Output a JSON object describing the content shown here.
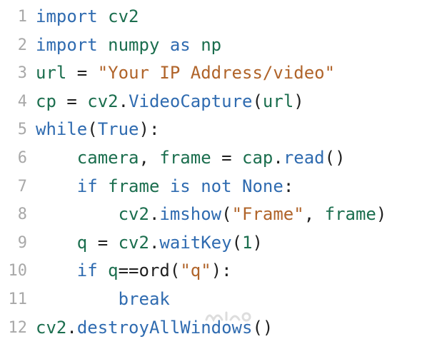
{
  "watermark_glyph": "mostaql-logo",
  "lines": [
    {
      "number": "1",
      "tokens": [
        {
          "t": "import",
          "c": "kw"
        },
        {
          "t": " ",
          "c": "p"
        },
        {
          "t": "cv2",
          "c": "id"
        }
      ]
    },
    {
      "number": "2",
      "tokens": [
        {
          "t": "import",
          "c": "kw"
        },
        {
          "t": " ",
          "c": "p"
        },
        {
          "t": "numpy",
          "c": "id"
        },
        {
          "t": " ",
          "c": "p"
        },
        {
          "t": "as",
          "c": "kw"
        },
        {
          "t": " ",
          "c": "p"
        },
        {
          "t": "np",
          "c": "id"
        }
      ]
    },
    {
      "number": "3",
      "tokens": [
        {
          "t": "url",
          "c": "id"
        },
        {
          "t": " = ",
          "c": "p"
        },
        {
          "t": "\"Your IP Address/video\"",
          "c": "str"
        }
      ]
    },
    {
      "number": "4",
      "tokens": [
        {
          "t": "cp",
          "c": "id"
        },
        {
          "t": " = ",
          "c": "p"
        },
        {
          "t": "cv2",
          "c": "id"
        },
        {
          "t": ".",
          "c": "p"
        },
        {
          "t": "VideoCapture",
          "c": "fn"
        },
        {
          "t": "(",
          "c": "p"
        },
        {
          "t": "url",
          "c": "id"
        },
        {
          "t": ")",
          "c": "p"
        }
      ]
    },
    {
      "number": "5",
      "tokens": [
        {
          "t": "while",
          "c": "kw"
        },
        {
          "t": "(",
          "c": "p"
        },
        {
          "t": "True",
          "c": "const"
        },
        {
          "t": "):",
          "c": "p"
        }
      ]
    },
    {
      "number": "6",
      "tokens": [
        {
          "t": "    ",
          "c": "p"
        },
        {
          "t": "camera",
          "c": "id"
        },
        {
          "t": ", ",
          "c": "p"
        },
        {
          "t": "frame",
          "c": "id"
        },
        {
          "t": " = ",
          "c": "p"
        },
        {
          "t": "cap",
          "c": "id"
        },
        {
          "t": ".",
          "c": "p"
        },
        {
          "t": "read",
          "c": "fn"
        },
        {
          "t": "()",
          "c": "p"
        }
      ]
    },
    {
      "number": "7",
      "tokens": [
        {
          "t": "    ",
          "c": "p"
        },
        {
          "t": "if",
          "c": "kw"
        },
        {
          "t": " ",
          "c": "p"
        },
        {
          "t": "frame",
          "c": "id"
        },
        {
          "t": " ",
          "c": "p"
        },
        {
          "t": "is",
          "c": "kw"
        },
        {
          "t": " ",
          "c": "p"
        },
        {
          "t": "not",
          "c": "kw"
        },
        {
          "t": " ",
          "c": "p"
        },
        {
          "t": "None",
          "c": "const"
        },
        {
          "t": ":",
          "c": "p"
        }
      ]
    },
    {
      "number": "8",
      "tokens": [
        {
          "t": "        ",
          "c": "p"
        },
        {
          "t": "cv2",
          "c": "id"
        },
        {
          "t": ".",
          "c": "p"
        },
        {
          "t": "imshow",
          "c": "fn"
        },
        {
          "t": "(",
          "c": "p"
        },
        {
          "t": "\"Frame\"",
          "c": "str"
        },
        {
          "t": ", ",
          "c": "p"
        },
        {
          "t": "frame",
          "c": "id"
        },
        {
          "t": ")",
          "c": "p"
        }
      ]
    },
    {
      "number": "9",
      "tokens": [
        {
          "t": "    ",
          "c": "p"
        },
        {
          "t": "q",
          "c": "id"
        },
        {
          "t": " = ",
          "c": "p"
        },
        {
          "t": "cv2",
          "c": "id"
        },
        {
          "t": ".",
          "c": "p"
        },
        {
          "t": "waitKey",
          "c": "fn"
        },
        {
          "t": "(",
          "c": "p"
        },
        {
          "t": "1",
          "c": "num"
        },
        {
          "t": ")",
          "c": "p"
        }
      ]
    },
    {
      "number": "10",
      "tokens": [
        {
          "t": "    ",
          "c": "p"
        },
        {
          "t": "if",
          "c": "kw"
        },
        {
          "t": " ",
          "c": "p"
        },
        {
          "t": "q",
          "c": "id"
        },
        {
          "t": "==",
          "c": "p"
        },
        {
          "t": "ord",
          "c": "p"
        },
        {
          "t": "(",
          "c": "p"
        },
        {
          "t": "\"q\"",
          "c": "str"
        },
        {
          "t": "):",
          "c": "p"
        }
      ]
    },
    {
      "number": "11",
      "tokens": [
        {
          "t": "        ",
          "c": "p"
        },
        {
          "t": "break",
          "c": "kw"
        }
      ]
    },
    {
      "number": "12",
      "tokens": [
        {
          "t": "cv2",
          "c": "id"
        },
        {
          "t": ".",
          "c": "p"
        },
        {
          "t": "destroyAllWindows",
          "c": "fn"
        },
        {
          "t": "()",
          "c": "p"
        }
      ]
    }
  ]
}
